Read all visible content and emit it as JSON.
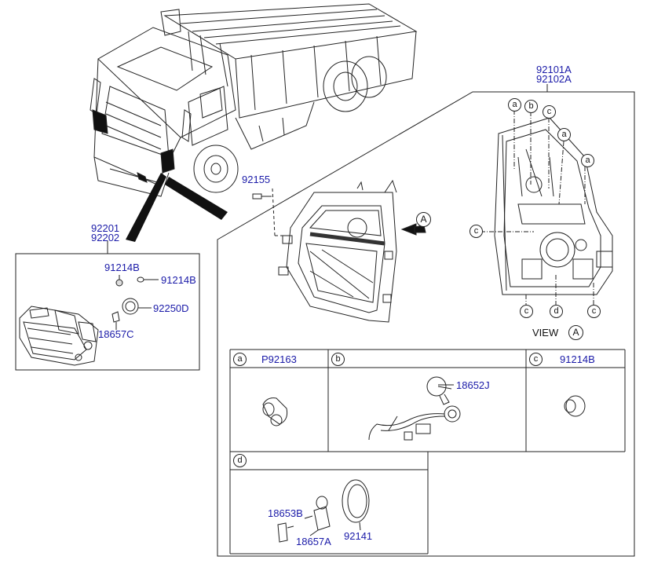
{
  "truck_callouts": {
    "fog_lamp_assy_lh": "92201",
    "fog_lamp_assy_rh": "92202",
    "headlamp_assy_lh": "92101A",
    "headlamp_assy_rh": "92102A",
    "adjust_screw": "92155"
  },
  "fog_lamp_box": {
    "cap_left": "91214B",
    "cap_right": "91214B",
    "socket": "92250D",
    "bulb": "18657C"
  },
  "view_markers": {
    "arrow_letter": "A",
    "view_word": "VIEW",
    "view_letter": "A",
    "a_labels": [
      "a",
      "a",
      "a"
    ],
    "b_label": "b",
    "c_labels": [
      "c",
      "c",
      "c",
      "c"
    ],
    "d_label": "d"
  },
  "detail_table": {
    "cell_a": {
      "letter": "a",
      "part": "P92163"
    },
    "cell_b": {
      "letter": "b",
      "part": "18652J"
    },
    "cell_c": {
      "letter": "c",
      "part": "91214B"
    },
    "cell_d": {
      "letter": "d",
      "parts": {
        "bulb_holder": "18653B",
        "bulb": "18657A",
        "ring": "92141"
      }
    }
  }
}
